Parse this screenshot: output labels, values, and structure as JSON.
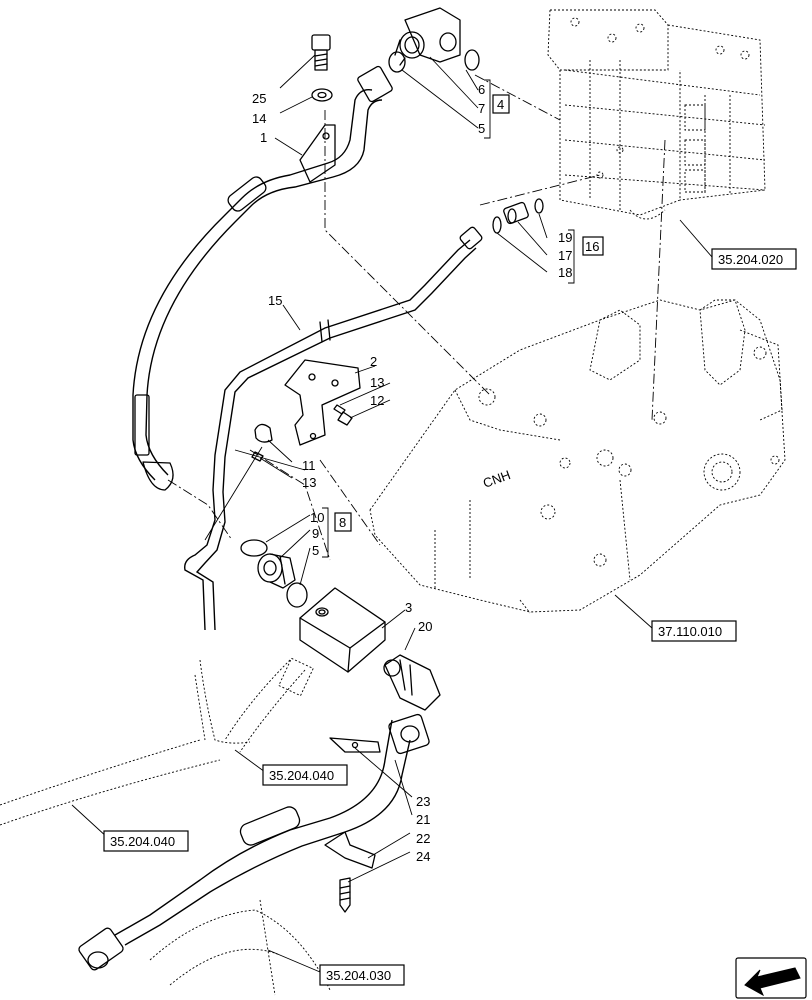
{
  "callouts": [
    {
      "id": "c25",
      "text": "25"
    },
    {
      "id": "c14",
      "text": "14"
    },
    {
      "id": "c1",
      "text": "1"
    },
    {
      "id": "c6",
      "text": "6"
    },
    {
      "id": "c7",
      "text": "7"
    },
    {
      "id": "c5a",
      "text": "5"
    },
    {
      "id": "c4",
      "text": "4"
    },
    {
      "id": "c19",
      "text": "19"
    },
    {
      "id": "c17",
      "text": "17"
    },
    {
      "id": "c18",
      "text": "18"
    },
    {
      "id": "c16",
      "text": "16"
    },
    {
      "id": "c15",
      "text": "15"
    },
    {
      "id": "c2",
      "text": "2"
    },
    {
      "id": "c13a",
      "text": "13"
    },
    {
      "id": "c12",
      "text": "12"
    },
    {
      "id": "c11",
      "text": "11"
    },
    {
      "id": "c13b",
      "text": "13"
    },
    {
      "id": "c10",
      "text": "10"
    },
    {
      "id": "c9",
      "text": "9"
    },
    {
      "id": "c5b",
      "text": "5"
    },
    {
      "id": "c8",
      "text": "8"
    },
    {
      "id": "c3",
      "text": "3"
    },
    {
      "id": "c20",
      "text": "20"
    },
    {
      "id": "c23",
      "text": "23"
    },
    {
      "id": "c21",
      "text": "21"
    },
    {
      "id": "c22",
      "text": "22"
    },
    {
      "id": "c24",
      "text": "24"
    }
  ],
  "references": [
    {
      "id": "r1",
      "text": "35.204.020"
    },
    {
      "id": "r2",
      "text": "37.110.010"
    },
    {
      "id": "r3",
      "text": "35.204.040"
    },
    {
      "id": "r4",
      "text": "35.204.040"
    },
    {
      "id": "r5",
      "text": "35.204.030"
    }
  ],
  "icons": {
    "navigation": "back-arrow-icon"
  }
}
